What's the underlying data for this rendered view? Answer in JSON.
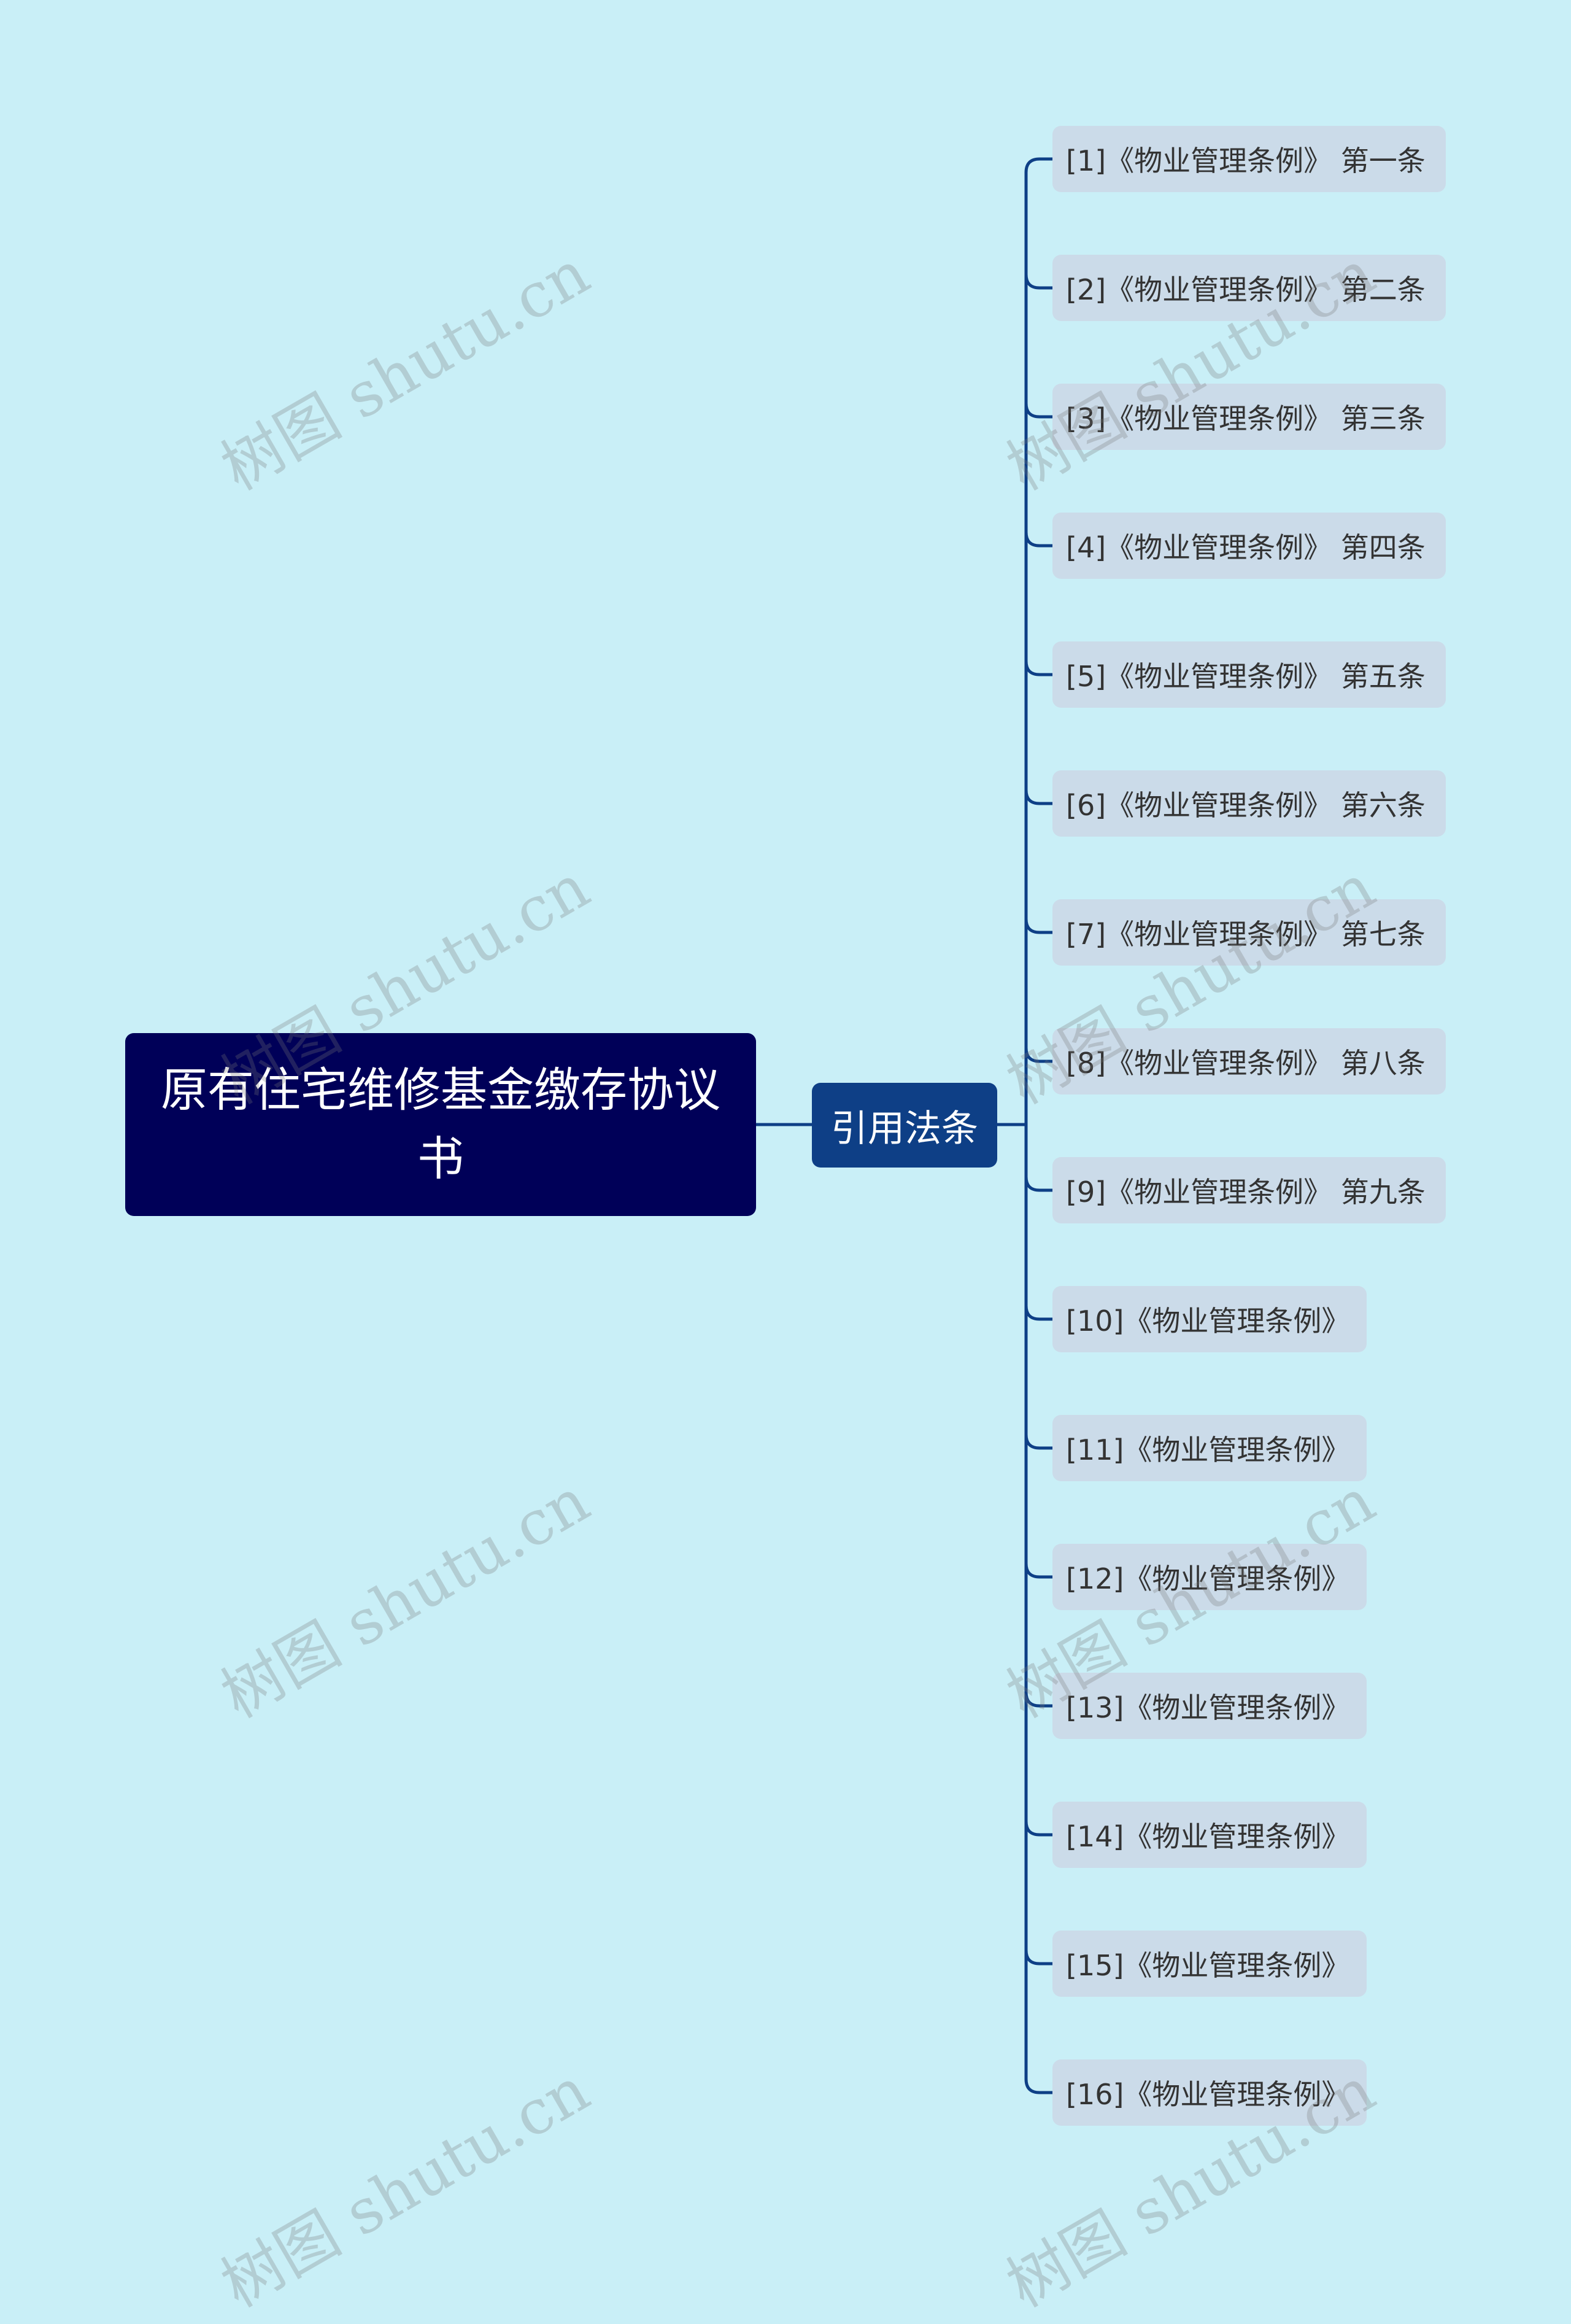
{
  "root": {
    "title": "原有住宅维修基金缴存协议书"
  },
  "branch": {
    "label": "引用法条"
  },
  "leaves": [
    "[1]《物业管理条例》 第一条",
    "[2]《物业管理条例》 第二条",
    "[3]《物业管理条例》 第三条",
    "[4]《物业管理条例》 第四条",
    "[5]《物业管理条例》 第五条",
    "[6]《物业管理条例》 第六条",
    "[7]《物业管理条例》 第七条",
    "[8]《物业管理条例》 第八条",
    "[9]《物业管理条例》 第九条",
    "[10]《物业管理条例》",
    "[11]《物业管理条例》",
    "[12]《物业管理条例》",
    "[13]《物业管理条例》",
    "[14]《物业管理条例》",
    "[15]《物业管理条例》",
    "[16]《物业管理条例》"
  ],
  "watermark": "树图 shutu.cn",
  "colors": {
    "background": "#c9eff7",
    "root": "#000058",
    "branch": "#0e3f86",
    "leaf": "#cbdbe9",
    "connector": "#0e3f86"
  }
}
